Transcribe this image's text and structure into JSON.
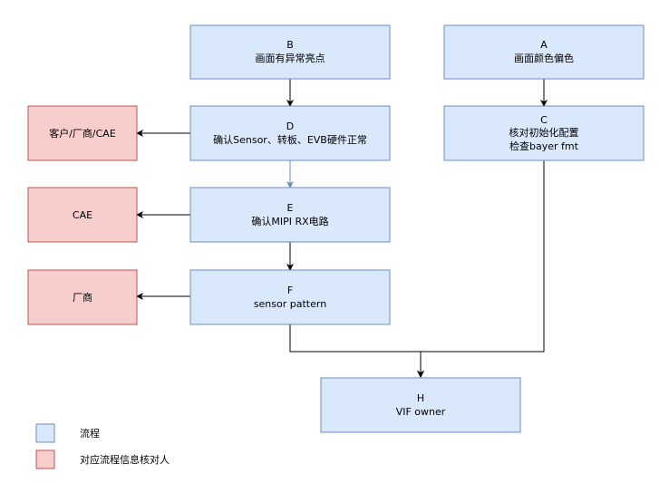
{
  "colors": {
    "process_fill": "#dae8fc",
    "process_stroke": "#6c8ebf",
    "owner_fill": "#f8cecc",
    "owner_stroke": "#b85450",
    "arrow": "#000000",
    "arrow_light": "#6c8ebf"
  },
  "nodes": {
    "B": {
      "line1": "B",
      "line2": "画面有异常亮点"
    },
    "A": {
      "line1": "A",
      "line2": "画面颜色偏色"
    },
    "D": {
      "line1": "D",
      "line2": "确认Sensor、转板、EVB硬件正常"
    },
    "C": {
      "line1": "C",
      "line2": "核对初始化配置",
      "line3": "检查bayer fmt"
    },
    "E": {
      "line1": "E",
      "line2": "确认MIPI RX电路"
    },
    "F": {
      "line1": "F",
      "line2": "sensor pattern"
    },
    "H": {
      "line1": "H",
      "line2": "VIF owner"
    },
    "owner_D": {
      "label": "客户/厂商/CAE"
    },
    "owner_E": {
      "label": "CAE"
    },
    "owner_F": {
      "label": "厂商"
    }
  },
  "legend": {
    "process": "流程",
    "owner": "对应流程信息核对人"
  }
}
